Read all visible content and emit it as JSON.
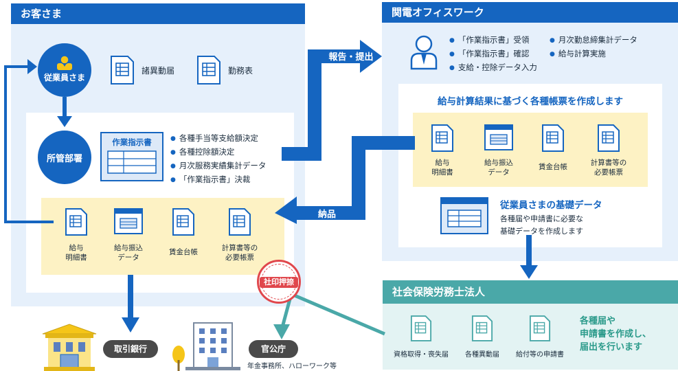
{
  "client": {
    "title": "お客さま",
    "employee": "従業員さま",
    "doc_shoiido": "諸異動届",
    "doc_kinmuhyo": "勤務表",
    "dept": "所管部署",
    "work_instruction": "作業指示書",
    "dept_bullets": [
      "各種手当等支給額決定",
      "各種控除額決定",
      "月次服務実績集計データ",
      "「作業指示書」決裁"
    ],
    "delivered_docs": [
      "給与\n明細書",
      "給与振込\nデータ",
      "賃金台帳",
      "計算書等の\n必要帳票"
    ]
  },
  "kanden": {
    "title": "関電オフィスワーク",
    "bullets_left": [
      "「作業指示書」受領",
      "「作業指示書」確認",
      "支給・控除データ入力"
    ],
    "bullets_right": [
      "月次勤怠締集計データ",
      "給与計算実施"
    ],
    "payroll_heading": "給与計算結果に基づく各種帳票を作成します",
    "payroll_docs": [
      "給与\n明細書",
      "給与振込\nデータ",
      "賃金台帳",
      "計算書等の\n必要帳票"
    ],
    "basic_data_title": "従業員さまの基礎データ",
    "basic_data_text": "各種届や申請書に必要な\n基礎データを作成します"
  },
  "arrows": {
    "report": "報告・提出",
    "deliver": "納品"
  },
  "stamp": "社印押捺",
  "sharoushi": {
    "title": "社会保険労務士法人",
    "docs": [
      "資格取得・喪失届",
      "各種異動届",
      "給付等の申請書"
    ],
    "message": "各種届や\n申請書を作成し、\n届出を行います"
  },
  "bottom": {
    "bank": "取引銀行",
    "gov": "官公庁",
    "gov_sub": "年金事務所、ハローワーク等"
  },
  "colors": {
    "primary": "#1565c0",
    "light_blue": "#e6f0fb",
    "teal": "#4aa8a8",
    "teal_light": "#e3f3f3",
    "cream": "#fdf2c4",
    "stamp_red": "#e0474c"
  }
}
